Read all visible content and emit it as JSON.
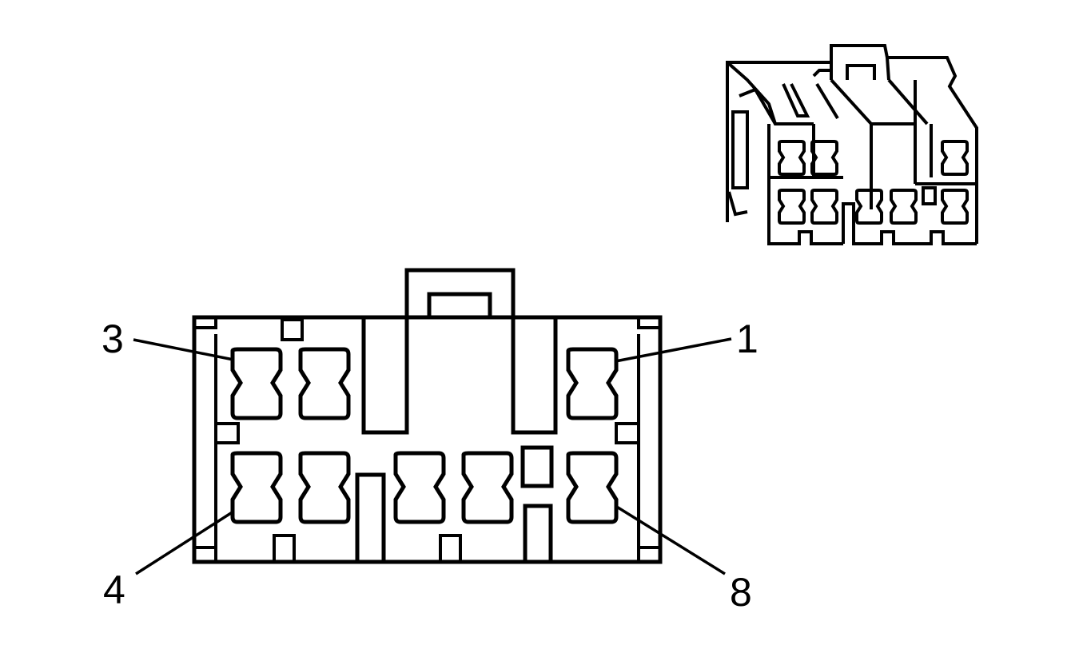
{
  "connector": {
    "face_view": {
      "pin_labels": [
        "3",
        "1",
        "4",
        "8"
      ]
    }
  }
}
